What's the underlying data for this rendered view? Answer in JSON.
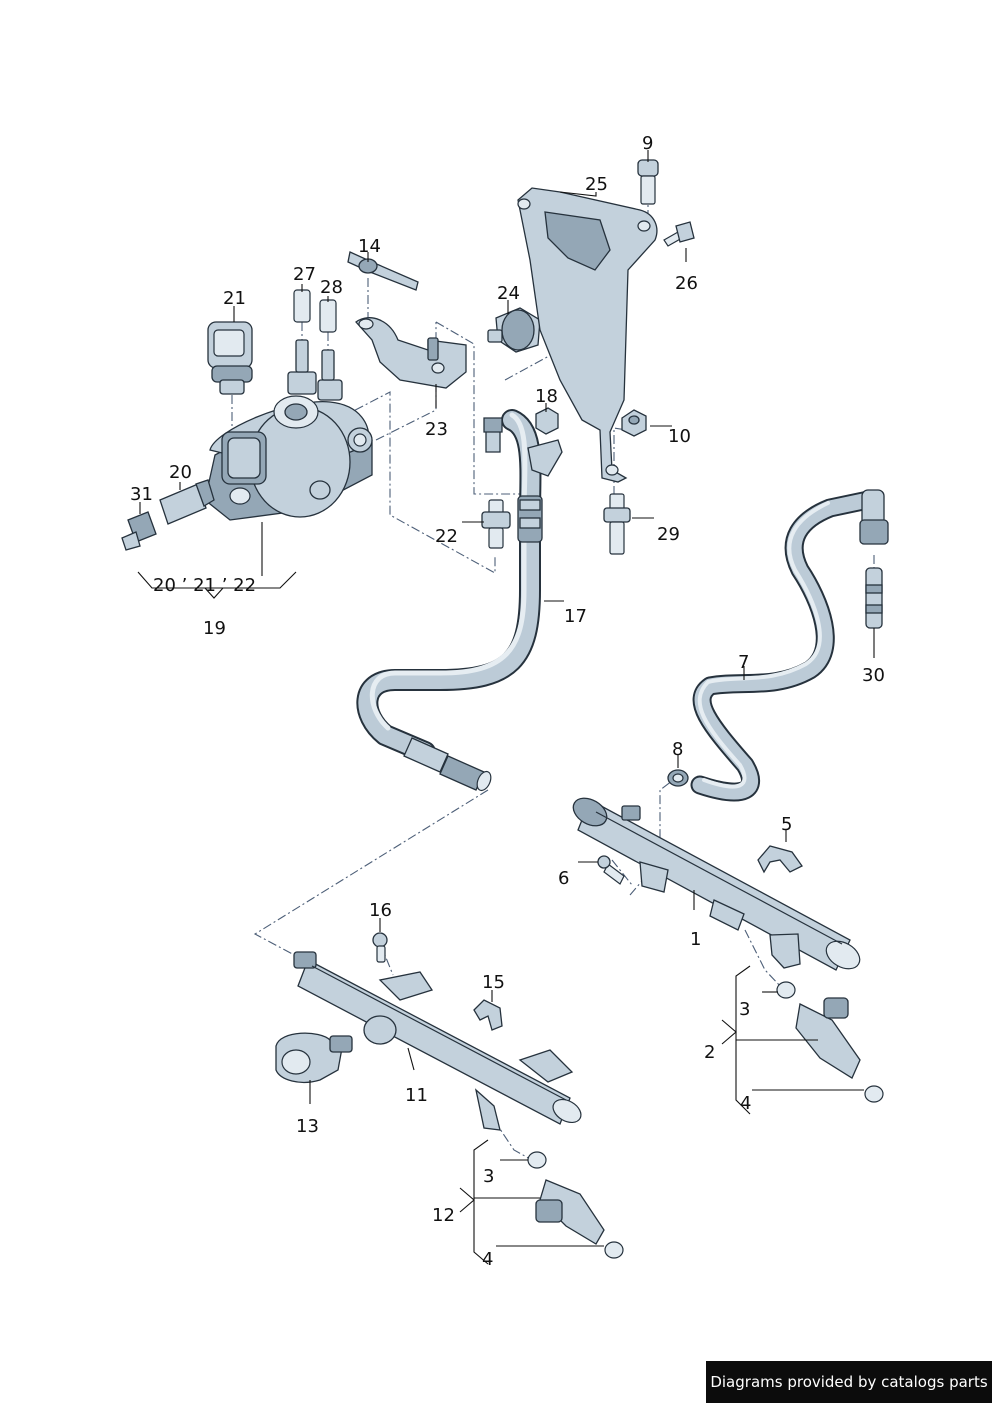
{
  "labels": {
    "l1": "1",
    "l2": "2",
    "l3a": "3",
    "l3b": "3",
    "l4a": "4",
    "l4b": "4",
    "l5": "5",
    "l6": "6",
    "l7": "7",
    "l8": "8",
    "l9": "9",
    "l10": "10",
    "l11": "11",
    "l12": "12",
    "l13": "13",
    "l14": "14",
    "l15": "15",
    "l16": "16",
    "l17": "17",
    "l18": "18",
    "l19": "19",
    "l19sub": "20 ’ 21 ’ 22",
    "l20": "20",
    "l21": "21",
    "l22": "22",
    "l23": "23",
    "l24": "24",
    "l25": "25",
    "l26": "26",
    "l27": "27",
    "l28": "28",
    "l29": "29",
    "l30": "30",
    "l31": "31"
  },
  "footer": {
    "text": "Diagrams provided by catalogs parts"
  },
  "colors": {
    "metal": "#c3d1dc",
    "metal_dark": "#94a7b6",
    "outline": "#26323d",
    "dash": "#4d5f78",
    "footer_bg": "#0c0c0c"
  }
}
